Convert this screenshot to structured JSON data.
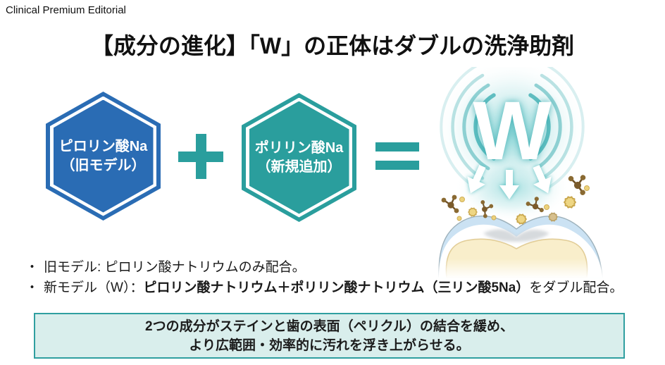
{
  "header": {
    "brand": "Clinical Premium Editorial",
    "title": "【成分の進化】「W」の正体はダブルの洗浄助剤"
  },
  "equation": {
    "left_hexagon": {
      "line1": "ピロリン酸Na",
      "line2": "（旧モデル）",
      "color": "#2a6cb4"
    },
    "plus_sign": "+",
    "right_hexagon": {
      "line1": "ポリリン酸Na",
      "line2": "（新規追加）",
      "color": "#2a9e9d"
    },
    "equals_sign": "=",
    "result_letter": "W"
  },
  "illustration": {
    "icons": [
      "radiating-waves-icon",
      "down-arrows-icon",
      "molecule-icon",
      "stain-particle-icon",
      "tooth-cross-section"
    ]
  },
  "bullets": {
    "marker": "・",
    "items": [
      {
        "segments": [
          {
            "text": "旧モデル: ピロリン酸ナトリウムのみ配合。",
            "bold": false
          }
        ]
      },
      {
        "segments": [
          {
            "text": "新モデル（W）：",
            "bold": false
          },
          {
            "text": "ピロリン酸ナトリウム＋ポリリン酸ナトリウム（三リン酸5Na）",
            "bold": true
          },
          {
            "text": "をダブル配合。",
            "bold": false
          }
        ]
      }
    ]
  },
  "summary_box": {
    "line1": "2つの成分がステインと歯の表面（ペリクル）の結合を緩め、",
    "line2": "より広範囲・効率的に汚れを浮き上がらせる。"
  },
  "colors": {
    "hex_blue": "#2a6cb4",
    "accent_teal": "#2a9e9d",
    "glow_teal": "#8ed7d8",
    "box_bg": "#d9eeec",
    "box_border": "#2f9fa0",
    "molecule_brown": "#7b5b2b",
    "stain_yellow": "#eed684",
    "dentin_cream": "#f9eecb",
    "pellicle_blue": "#cbe2f3",
    "text": "#1a1a1a"
  }
}
